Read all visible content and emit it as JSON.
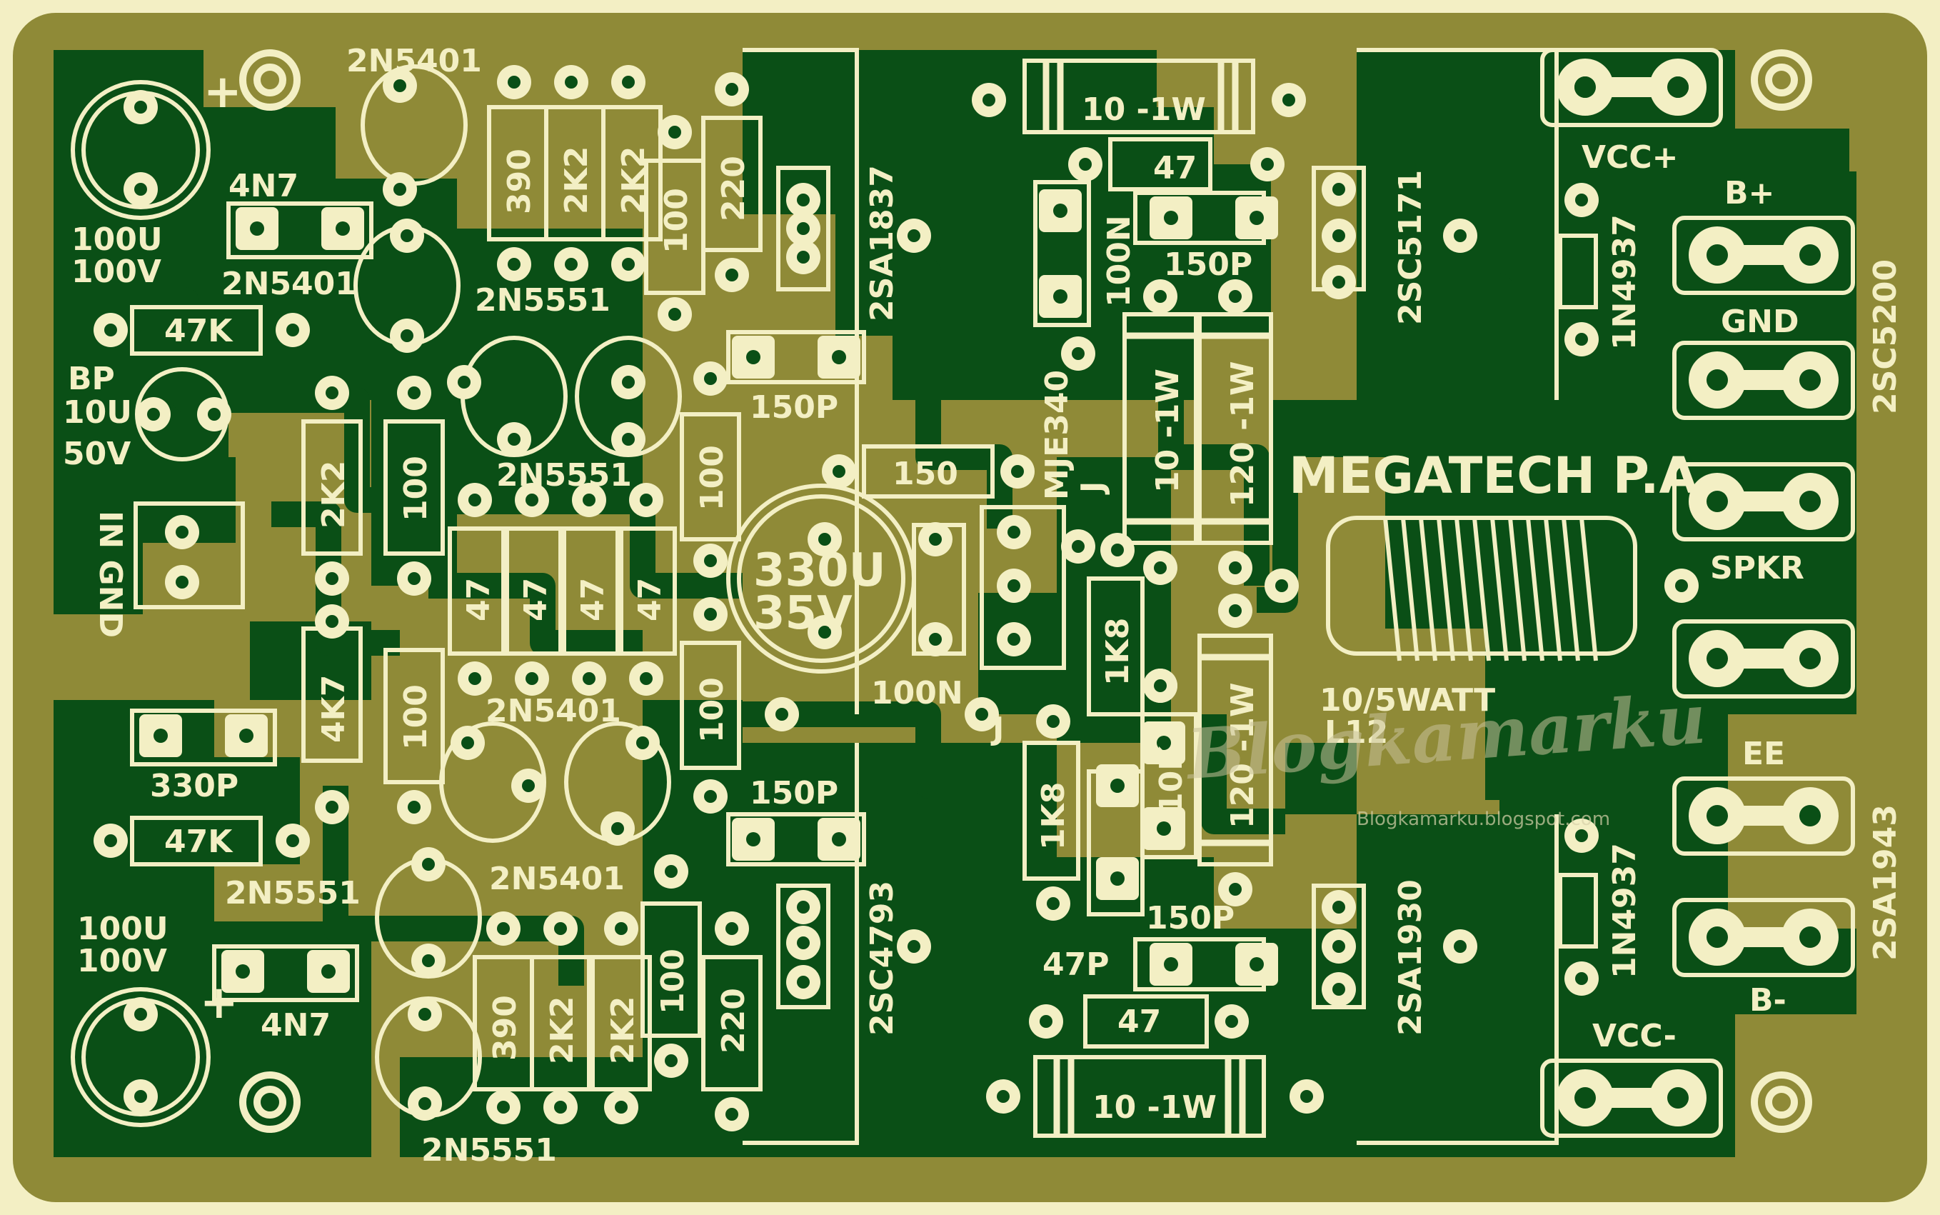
{
  "board": {
    "title": "MEGATECH P.A",
    "colors": {
      "copper": "#0a4f16",
      "substrate": "#8f8a37",
      "silk": "#f3efc4"
    }
  },
  "labels": {
    "q1": "2N5401",
    "q2": "2N5401",
    "q3": "2N5551",
    "q4": "2N5551",
    "q5": "2N5401",
    "q6": "2N5401",
    "q7": "2N5551",
    "q8": "2N5551",
    "c_4n7_top": "4N7",
    "c_4n7_bot": "4N7",
    "c_100u_top_a": "100U",
    "c_100u_top_b": "100V",
    "c_100u_bot_a": "100U",
    "c_100u_bot_b": "100V",
    "r_47k_top": "47K",
    "r_47k_bot": "47K",
    "bp_a": "BP",
    "bp_b": "10U",
    "bp_c": "50V",
    "in_gnd": "IN GND",
    "c_330p": "330P",
    "r_390_top": "390",
    "r_2k2_a": "2K2",
    "r_2k2_b": "2K2",
    "r_100_a": "100",
    "r_220_top": "220",
    "r_2k2_left": "2K2",
    "r_100_left": "100",
    "r_100_mid": "100",
    "r_47_1": "47",
    "r_47_2": "47",
    "r_47_3": "47",
    "r_47_4": "47",
    "r_4k7": "4K7",
    "r_100_left2": "100",
    "r_100_mid2": "100",
    "r_390_bot": "390",
    "r_2k2_c": "2K2",
    "r_2k2_d": "2K2",
    "r_100_bot": "100",
    "r_220_bot": "220",
    "c_150p_1": "150P",
    "c_150p_2": "150P",
    "c_150p_3": "150P",
    "c_150p_4": "150P",
    "c_330u_a": "330U",
    "c_330u_b": "35V",
    "r_150": "150",
    "c_100n_mid": "100N",
    "c_100n_top": "100N",
    "mje340": "MJE340",
    "j1": "J",
    "j2": "J",
    "r_1k8_a": "1K8",
    "r_1k8_b": "1K8",
    "r_10k": "10K",
    "r_10_1w_top": "10 -1W",
    "r_10_1w_bot": "10 -1W",
    "r_10_1w_mid": "10 -1W",
    "r_120_1w_a": "120 -1W",
    "r_120_1w_b": "120 -1W",
    "r_47_top": "47",
    "r_47_bot": "47",
    "c_47p": "47P",
    "t_2sa1837": "2SA1837",
    "t_2sc4793": "2SC4793",
    "t_2sc5171": "2SC5171",
    "t_2sa1930": "2SA1930",
    "t_2sc5200": "2SC5200",
    "t_2sa1943": "2SA1943",
    "d_1n4937_a": "1N4937",
    "d_1n4937_b": "1N4937",
    "vcc_pos": "VCC+",
    "vcc_neg": "VCC-",
    "b_pos": "B+",
    "gnd": "GND",
    "spkr": "SPKR",
    "ee": "EE",
    "b_neg": "B-",
    "coil_a": "10/5WATT",
    "coil_b": "L12",
    "plus_top": "+",
    "plus_bot": "+"
  },
  "watermark": {
    "name": "Blogkamarku",
    "url": "Blogkamarku.blogspot.com"
  }
}
